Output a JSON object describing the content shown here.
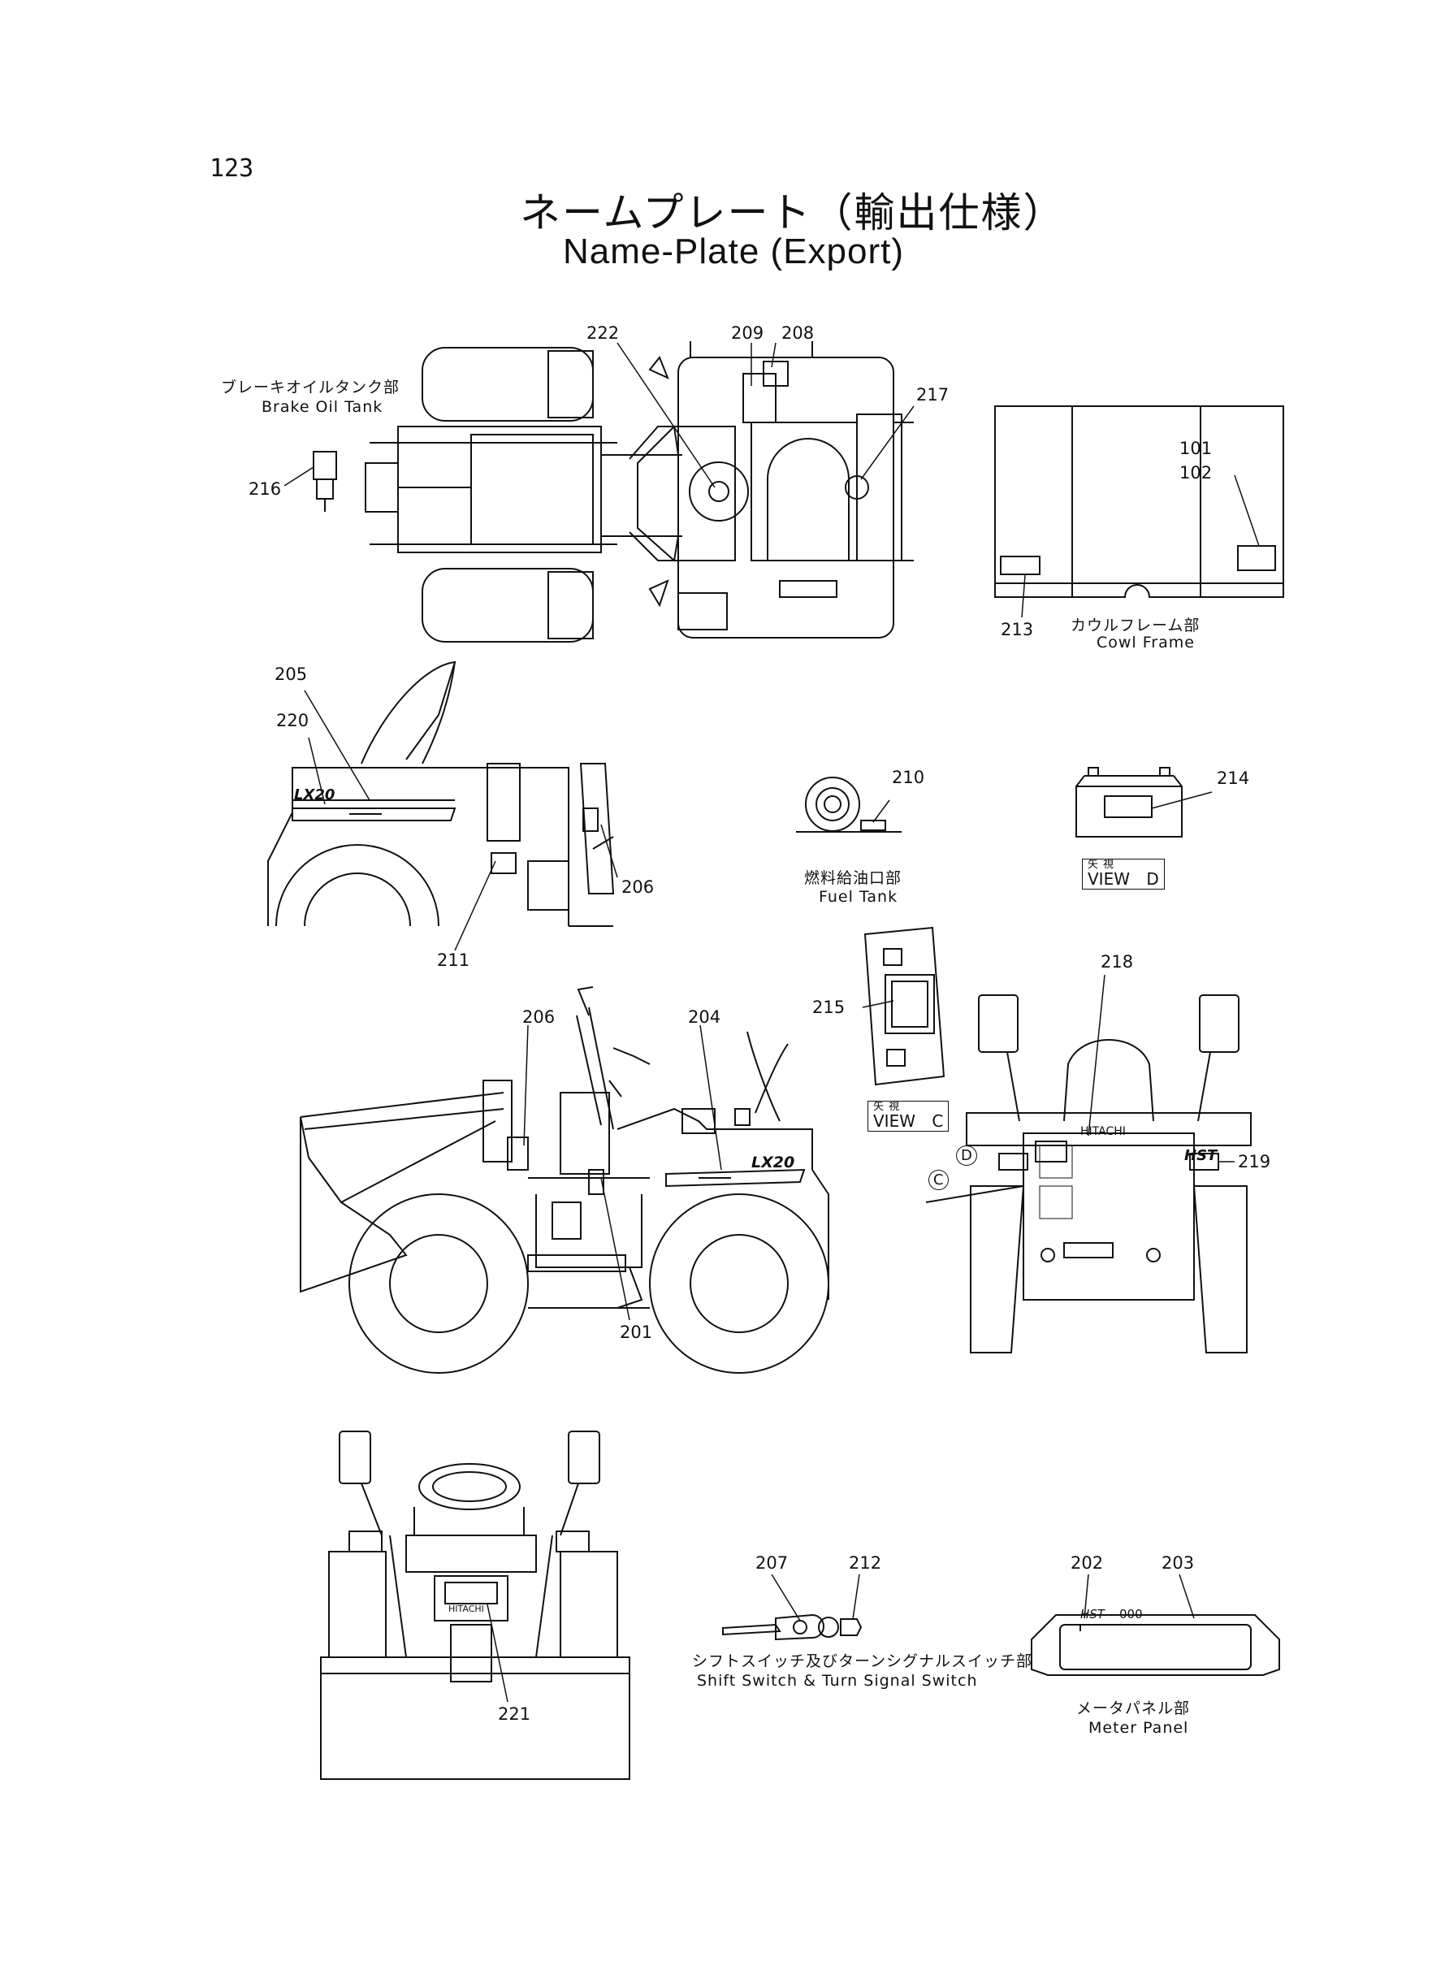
{
  "page_number": "123",
  "title_ja": "ネームプレート（輸出仕様）",
  "title_en": "Name-Plate (Export)",
  "sections": {
    "brake_oil_tank": {
      "ja": "ブレーキオイルタンク部",
      "en": "Brake Oil Tank"
    },
    "cowl_frame": {
      "ja": "カウルフレーム部",
      "en": "Cowl Frame"
    },
    "fuel_tank": {
      "ja": "燃料給油口部",
      "en": "Fuel Tank"
    },
    "shift_switch": {
      "ja": "シフトスイッチ及びターンシグナルスイッチ部",
      "en": "Shift Switch & Turn Signal Switch"
    },
    "meter_panel": {
      "ja": "メータパネル部",
      "en": "Meter Panel"
    }
  },
  "views": {
    "view_c": {
      "ja": "矢視",
      "en": "VIEW",
      "letter": "C"
    },
    "view_d": {
      "ja": "矢視",
      "en": "VIEW",
      "letter": "D"
    }
  },
  "arrow_markers": {
    "c": "C",
    "d": "D"
  },
  "machine_text": {
    "model": "LX20",
    "brand": "HITACHI",
    "hst": "HST",
    "meter_hst": "HST",
    "meter_code": "000"
  },
  "part_numbers": {
    "p101": "101",
    "p102": "102",
    "p201": "201",
    "p202": "202",
    "p203": "203",
    "p204": "204",
    "p205": "205",
    "p206a": "206",
    "p206b": "206",
    "p207": "207",
    "p208": "208",
    "p209": "209",
    "p210": "210",
    "p211": "211",
    "p212": "212",
    "p213": "213",
    "p214": "214",
    "p215": "215",
    "p216": "216",
    "p217": "217",
    "p218": "218",
    "p219": "219",
    "p220": "220",
    "p221": "221",
    "p222": "222"
  }
}
